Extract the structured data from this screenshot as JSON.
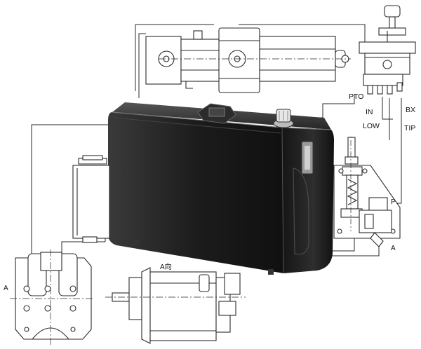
{
  "labels": {
    "pto": "PTO",
    "in": "IN",
    "low": "LOW",
    "bx": "BX",
    "tip": "TIP",
    "p": "P",
    "a_valve": "A",
    "a_pump": "A",
    "a_view": "A向"
  },
  "colors": {
    "line": "#2a2a2a",
    "tank_body": "#1a1a1a",
    "tank_highlight": "#4a4a4a",
    "background": "#ffffff"
  }
}
